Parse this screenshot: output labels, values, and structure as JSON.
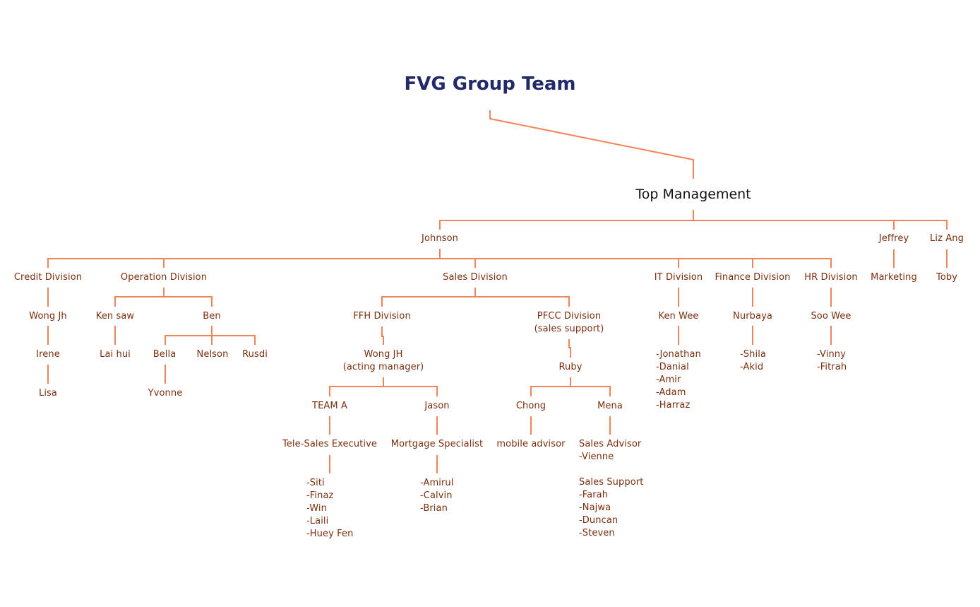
{
  "title": "FVG Group Team",
  "top_management": "Top Management",
  "colors": {
    "line": "#f0845a",
    "text": "#7a2e0e",
    "title": "#232a6b"
  },
  "nodes": {
    "johnson": "Johnson",
    "jeffrey": "Jeffrey",
    "liz_ang": "Liz Ang",
    "marketing": "Marketing",
    "toby": "Toby",
    "credit_division": "Credit Division",
    "wong_jh_credit": "Wong Jh",
    "irene": "Irene",
    "lisa": "Lisa",
    "operation_division": "Operation Division",
    "ken_saw": "Ken saw",
    "lai_hui": "Lai hui",
    "ben": "Ben",
    "bella": "Bella",
    "yvonne": "Yvonne",
    "nelson": "Nelson",
    "rusdi": "Rusdi",
    "sales_division": "Sales Division",
    "ffh_division": "FFH Division",
    "wong_jh_acting": "Wong JH\n(acting manager)",
    "team_a": "TEAM A",
    "tele_sales": "Tele-Sales Executive",
    "tele_sales_members": "-Siti\n-Finaz\n-Win\n-Laili\n-Huey Fen",
    "jason": "Jason",
    "mortgage_specialist": "Mortgage Specialist",
    "mortgage_members": "-Amirul\n-Calvin\n-Brian",
    "pfcc_division": "PFCC Division\n(sales support)",
    "ruby": "Ruby",
    "chong": "Chong",
    "mobile_advisor": "mobile advisor",
    "mena": "Mena",
    "mena_team": "Sales Advisor\n-Vienne\n\nSales Support\n-Farah\n-Najwa\n-Duncan\n-Steven",
    "it_division": "IT Division",
    "ken_wee": "Ken Wee",
    "it_members": "-Jonathan\n-Danial\n-Amir\n-Adam\n-Harraz",
    "finance_division": "Finance Division",
    "nurbaya": "Nurbaya",
    "finance_members": "-Shila\n-Akid",
    "hr_division": "HR Division",
    "soo_wee": "Soo Wee",
    "hr_members": "-Vinny\n-Fitrah"
  }
}
